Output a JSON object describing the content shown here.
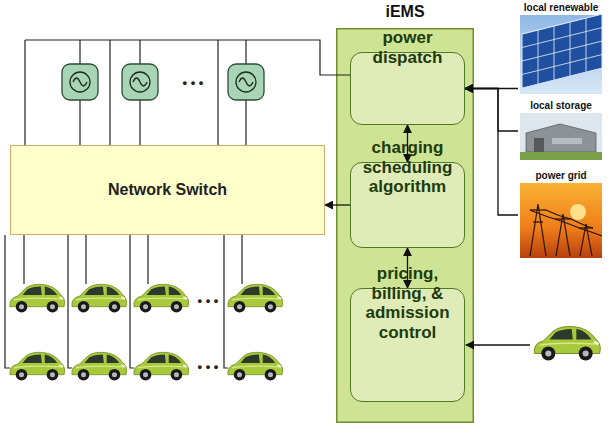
{
  "diagram": {
    "nodes": [
      {
        "text": [
          "iEMS"
        ]
      },
      {
        "text": [
          "power dispatch"
        ],
        "in": 0
      },
      {
        "text": [
          "charging scheduling algorithm"
        ],
        "in": 0
      },
      {
        "text": [
          "pricing, billing, & admission control"
        ],
        "in": 0
      },
      {
        "text": [
          "Network Switch"
        ]
      },
      {
        "text": [
          "local renewable"
        ]
      },
      {
        "text": [
          "local storage"
        ]
      },
      {
        "text": [
          "power grid"
        ]
      }
    ],
    "edges": [
      {
        "from": 1,
        "to": 2,
        "arrow": "both"
      },
      {
        "from": 2,
        "to": 3,
        "arrow": "both"
      },
      {
        "from": 2,
        "to": 4,
        "arrow": "to"
      },
      {
        "from": 5,
        "to": 1,
        "arrow": "to"
      },
      {
        "from": 6,
        "to": 1,
        "arrow": "to"
      },
      {
        "from": 7,
        "to": 1,
        "arrow": "to"
      }
    ],
    "labels": [
      "• • •",
      "• • •",
      "• • •"
    ]
  }
}
